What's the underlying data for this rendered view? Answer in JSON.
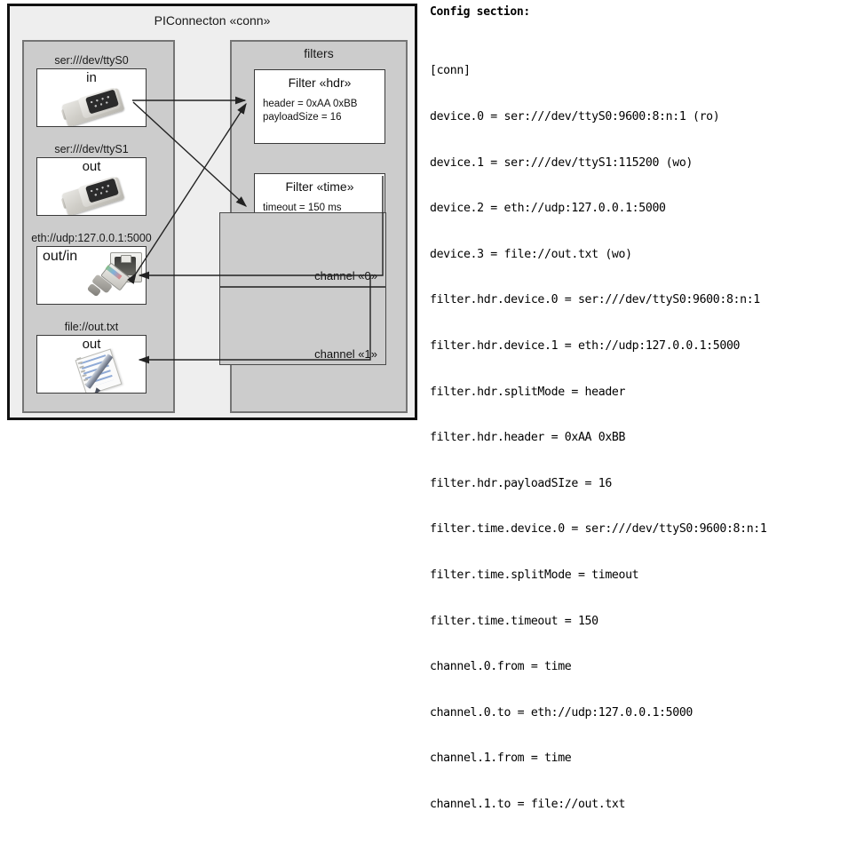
{
  "diagram": {
    "title": "PIConnecton «conn»",
    "devices_panel": {
      "name": "devices-panel",
      "items": [
        {
          "label": "ser:///dev/ttyS0",
          "io": "in",
          "icon": "serial-port-icon"
        },
        {
          "label": "ser:///dev/ttyS1",
          "io": "out",
          "icon": "serial-port-icon"
        },
        {
          "label": "eth://udp:127.0.0.1:5000",
          "io": "out/in",
          "icon": "ethernet-rj45-icon"
        },
        {
          "label": "file://out.txt",
          "io": "out",
          "icon": "text-file-icon"
        }
      ]
    },
    "filters_panel": {
      "title": "filters",
      "filters": [
        {
          "title": "Filter «hdr»",
          "props": [
            "header = 0xAA 0xBB",
            "payloadSize = 16"
          ]
        },
        {
          "title": "Filter «time»",
          "props": [
            "timeout = 150 ms"
          ]
        }
      ],
      "channels": [
        {
          "label": "channel «0»"
        },
        {
          "label": "channel «1»"
        }
      ]
    }
  },
  "config": {
    "heading": "Config section:",
    "lines": [
      "[conn]",
      "device.0 = ser:///dev/ttyS0:9600:8:n:1 (ro)",
      "device.1 = ser:///dev/ttyS1:115200 (wo)",
      "device.2 = eth://udp:127.0.0.1:5000",
      "device.3 = file://out.txt (wo)",
      "filter.hdr.device.0 = ser:///dev/ttyS0:9600:8:n:1",
      "filter.hdr.device.1 = eth://udp:127.0.0.1:5000",
      "filter.hdr.splitMode = header",
      "filter.hdr.header = 0xAA 0xBB",
      "filter.hdr.payloadSIze = 16",
      "filter.time.device.0 = ser:///dev/ttyS0:9600:8:n:1",
      "filter.time.splitMode = timeout",
      "filter.time.timeout = 150",
      "channel.0.from = time",
      "channel.0.to = eth://udp:127.0.0.1:5000",
      "channel.1.from = time",
      "channel.1.to = file://out.txt"
    ]
  },
  "colors": {
    "frame_border": "#111111",
    "frame_bg": "#eeeeee",
    "panel_bg": "#cccccc",
    "panel_border": "#757575",
    "box_bg": "#ffffff",
    "box_border": "#3a3a3a",
    "arrow": "#222222"
  }
}
